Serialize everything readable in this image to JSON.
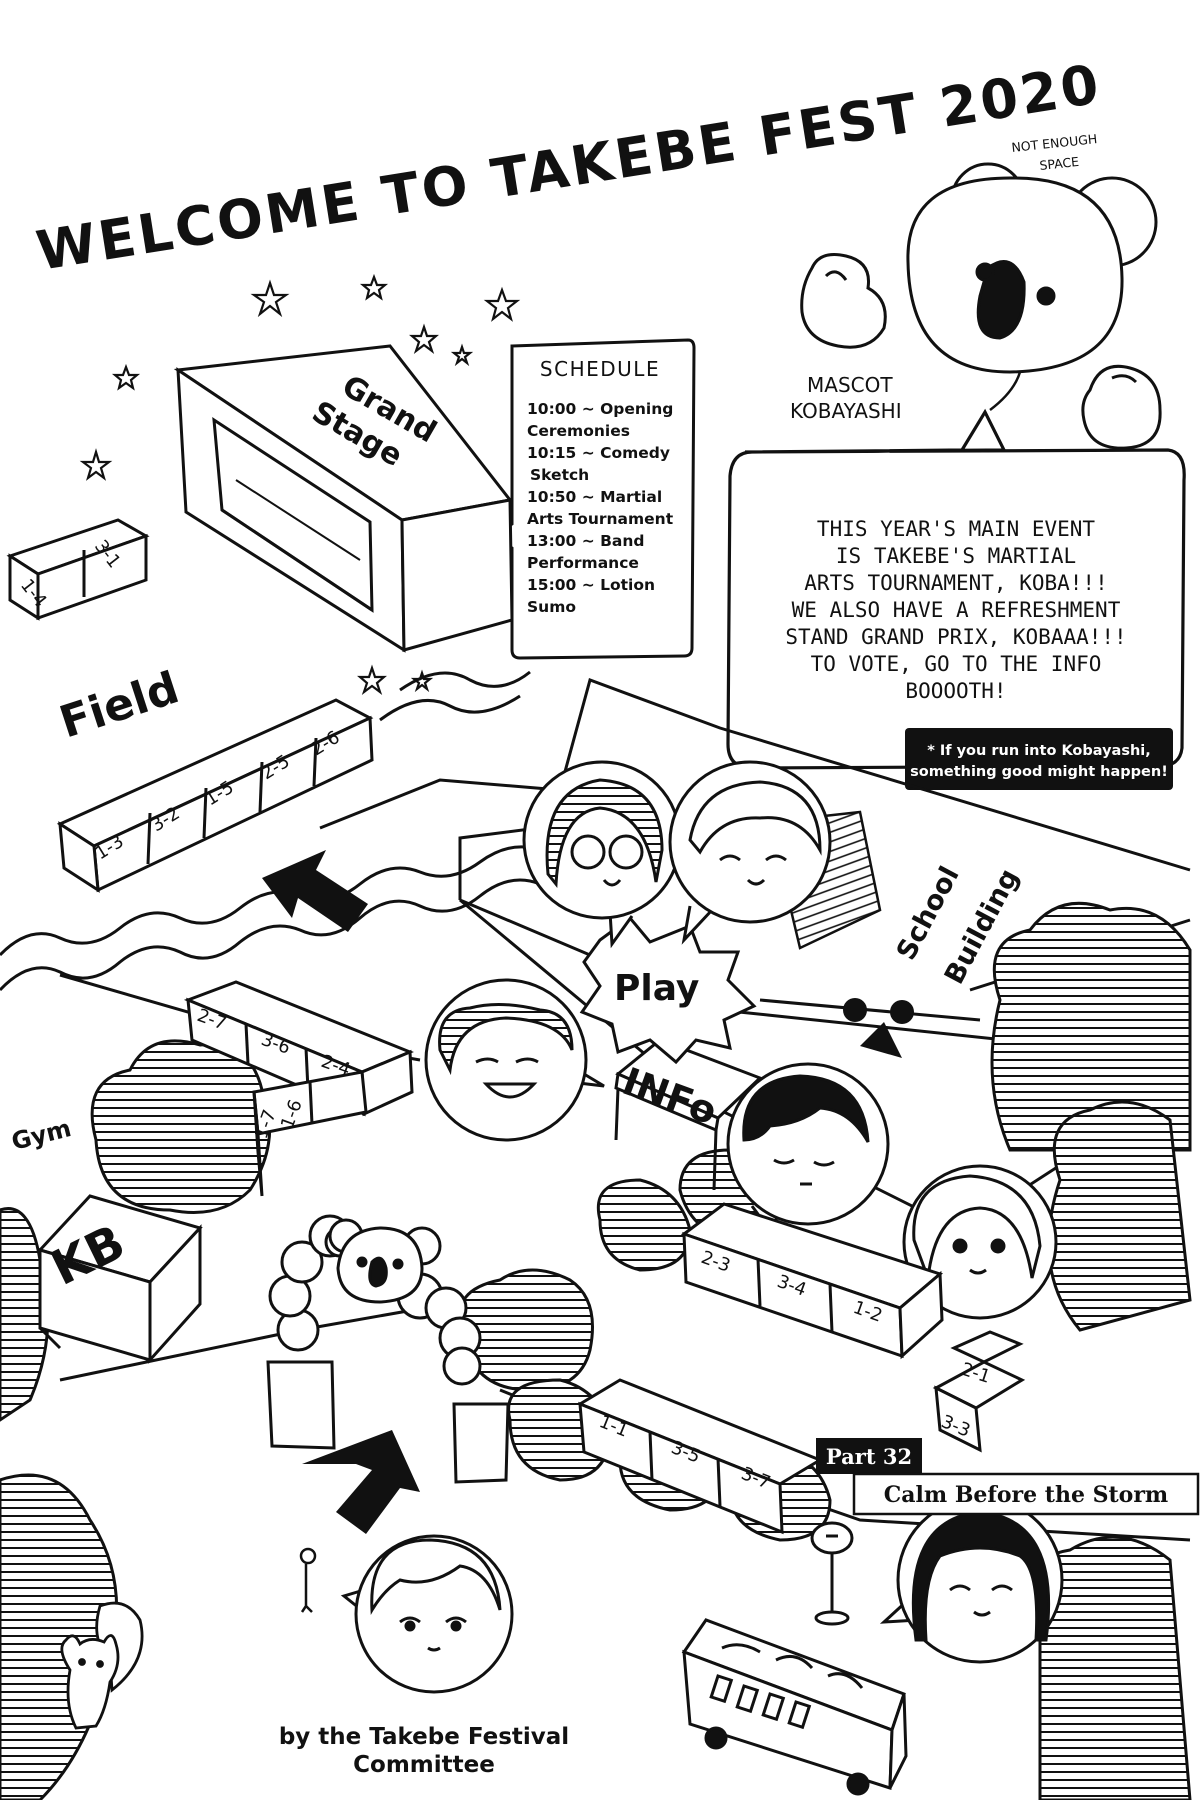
{
  "title": "WELCOME TO TAKEBE FEST 2020",
  "mascot": {
    "note": "NOT ENOUGH SPACE",
    "label_line1": "MASCOT",
    "label_line2": "KOBAYASHI"
  },
  "schedule": {
    "heading": "SCHEDULE",
    "lines": [
      "10:00 ~ Opening",
      "Ceremonies",
      "10:15 ~ Comedy",
      "Sketch",
      "10:50 ~ Martial",
      "Arts Tournament",
      "13:00 ~ Band",
      "Performance",
      "15:00 ~ Lotion",
      "Sumo"
    ]
  },
  "speech": {
    "lines": [
      "THIS YEAR'S MAIN EVENT",
      "IS TAKEBE'S MARTIAL",
      "ARTS TOURNAMENT, KOBA!!!",
      "WE ALSO HAVE A REFRESHMENT",
      "STAND GRAND PRIX, KOBAAA!!!",
      "TO VOTE, GO TO THE INFO",
      "BOOOOTH!"
    ],
    "footnote_line1": "* If you run into Kobayashi,",
    "footnote_line2": "something good might happen!"
  },
  "map": {
    "grand_stage_line1": "Grand",
    "grand_stage_line2": "Stage",
    "field": "Field",
    "gym": "Gym",
    "kb": "KB",
    "school_line1": "School",
    "school_line2": "Building",
    "play": "Play",
    "info": "INFo",
    "stalls": {
      "s1": "1-4",
      "s2": "3-1",
      "s3": "1-3",
      "s4": "3-2",
      "s5": "1-5",
      "s6": "2-5",
      "s7": "2-6",
      "s8": "2-7",
      "s9": "3-6",
      "s10": "2-4",
      "s11": "1-6",
      "s12": "1-7",
      "s13": "2-3",
      "s14": "3-4",
      "s15": "1-2",
      "s16": "2-1",
      "s17": "3-3",
      "s18": "1-1",
      "s19": "3-5",
      "s20": "3-7"
    }
  },
  "chapter": {
    "part": "Part 32",
    "subtitle": "Calm Before the Storm"
  },
  "credit": {
    "line1": "by the Takebe Festival",
    "line2": "Committee"
  }
}
